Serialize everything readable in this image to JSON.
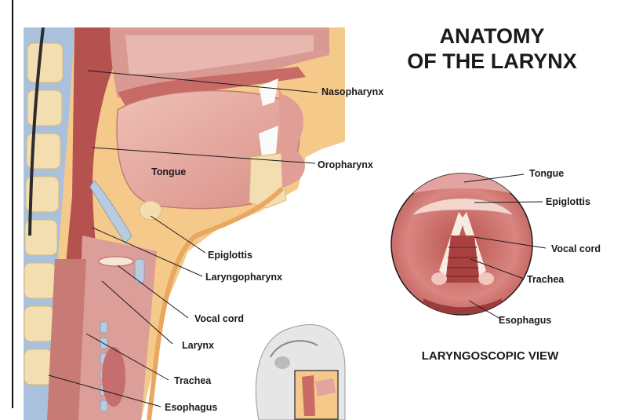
{
  "title": {
    "line1": "ANATOMY",
    "line2": "OF THE LARYNX"
  },
  "sagittal_labels": {
    "tongue": "Tongue",
    "nasopharynx": "Nasopharynx",
    "oropharynx": "Oropharynx",
    "epiglottis": "Epiglottis",
    "laryngopharynx": "Laryngopharynx",
    "vocal_cord": "Vocal cord",
    "larynx": "Larynx",
    "trachea": "Trachea",
    "esophagus": "Esophagus"
  },
  "laryngoscopic_labels": {
    "tongue": "Tongue",
    "epiglottis": "Epiglottis",
    "vocal_cord": "Vocal cord",
    "trachea": "Trachea",
    "esophagus": "Esophagus"
  },
  "view_caption": "LARYNGOSCOPIC VIEW",
  "colors": {
    "soft_tissue": "#e3a3a0",
    "muscle": "#c86a66",
    "dark_tissue": "#9c3b3c",
    "bone": "#f2deb0",
    "fat": "#f4c27a",
    "cartilage_blue": "#b8cbe0",
    "label_text": "#1a1a1a"
  }
}
